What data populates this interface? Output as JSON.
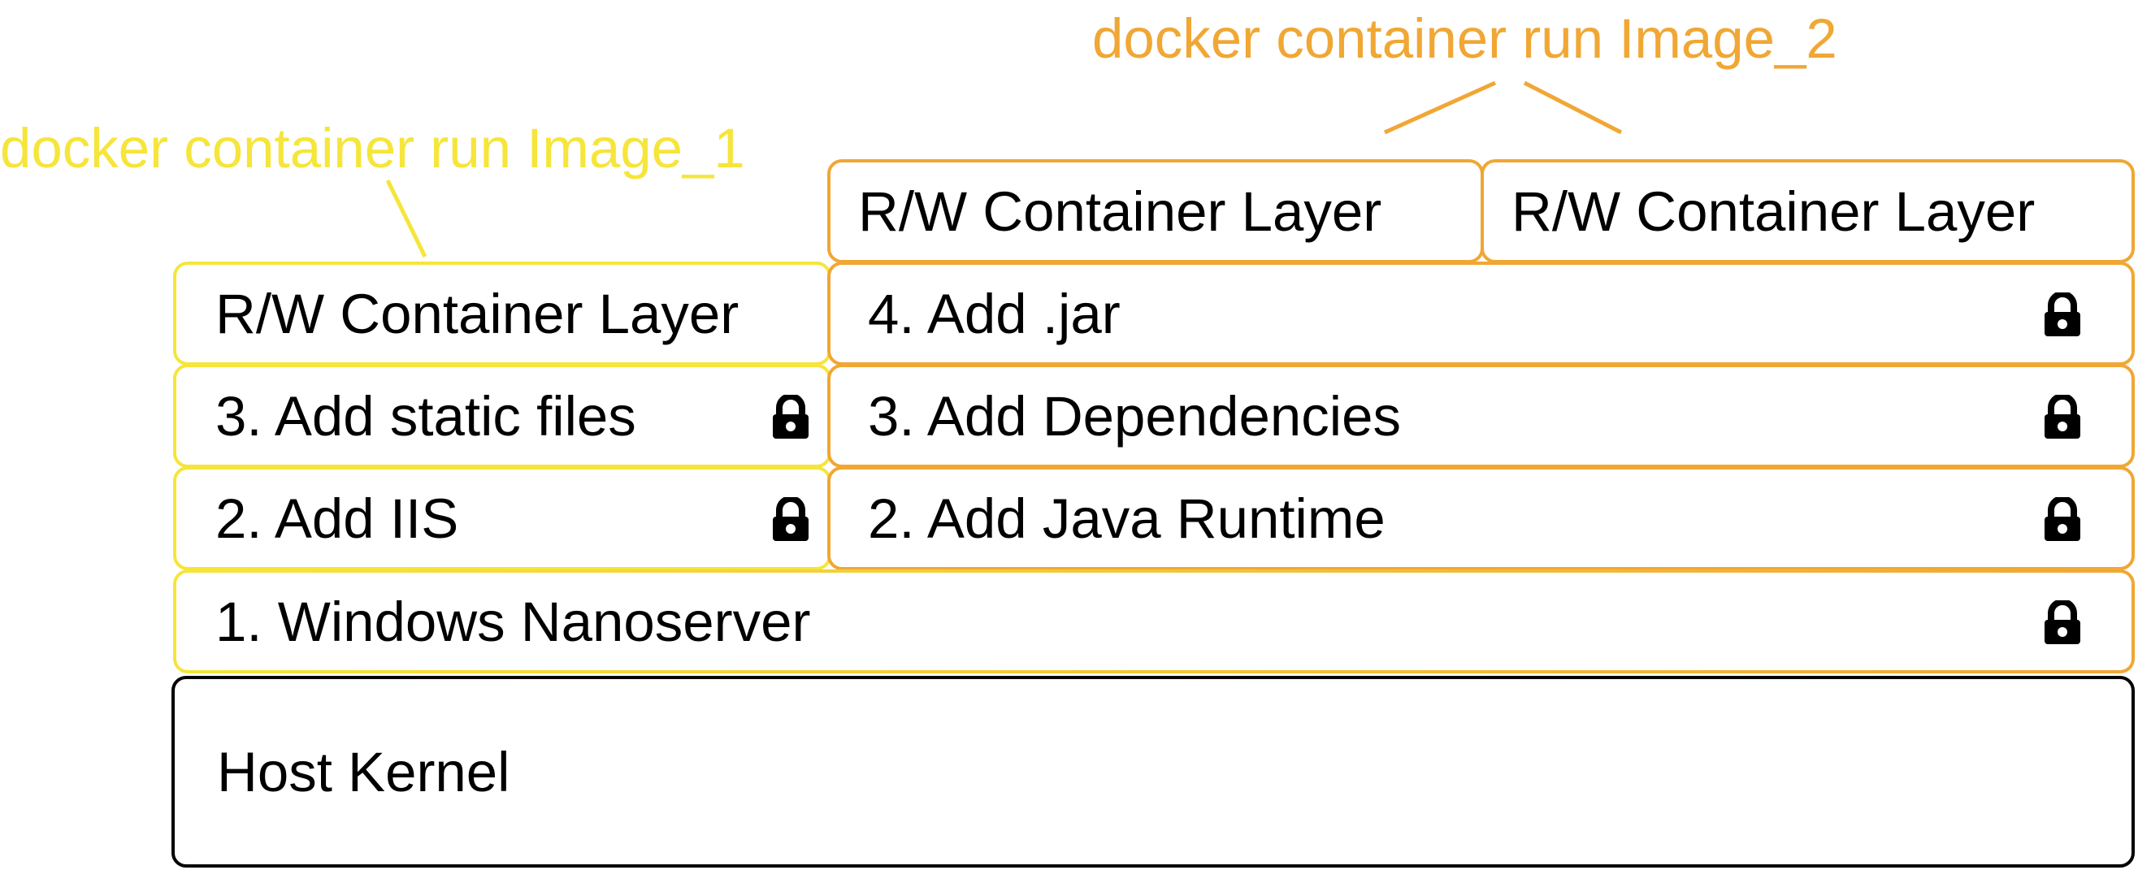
{
  "colors": {
    "image1": "#f6e53a",
    "image2": "#f0a734",
    "host": "#000000"
  },
  "captions": {
    "image1": "docker container run Image_1",
    "image2": "docker container run Image_2"
  },
  "image1_stack": {
    "rw_layer": "R/W Container Layer",
    "static_files": "3. Add static files",
    "iis": "2. Add IIS"
  },
  "image2_stack": {
    "rw_layer_a": "R/W Container Layer",
    "rw_layer_b": "R/W Container Layer",
    "jar": "4. Add .jar",
    "dependencies": "3. Add Dependencies",
    "java_runtime": "2. Add Java Runtime"
  },
  "shared": {
    "nanoserver": "1. Windows Nanoserver"
  },
  "host": {
    "kernel": "Host Kernel"
  },
  "icons": {
    "lock": "lock-icon"
  }
}
